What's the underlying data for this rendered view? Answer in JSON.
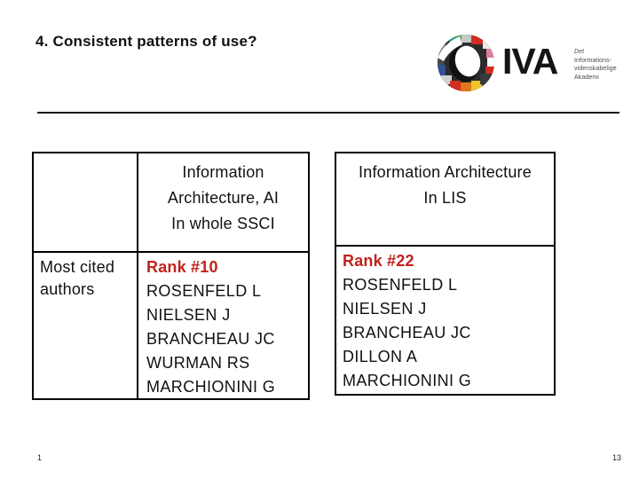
{
  "slide": {
    "title": "4. Consistent patterns of use?",
    "page_number_left": "1",
    "page_number_right": "13"
  },
  "logo": {
    "wordmark": "IVA",
    "org_lines": [
      "Det",
      "Informations-",
      "videnskabelige",
      "Akademi"
    ]
  },
  "left_table": {
    "corner": "",
    "header_lines": [
      "Information",
      "Architecture, AI",
      "In whole SSCI"
    ],
    "row_label_lines": [
      "Most cited",
      "authors"
    ],
    "rank": "Rank #10",
    "authors": [
      "ROSENFELD L",
      "NIELSEN J",
      "BRANCHEAU JC",
      "WURMAN RS",
      "MARCHIONINI G"
    ]
  },
  "right_table": {
    "header_lines": [
      "Information Architecture",
      "In LIS"
    ],
    "rank": "Rank #22",
    "authors": [
      "ROSENFELD L",
      "NIELSEN J",
      "BRANCHEAU JC",
      "DILLON A",
      "MARCHIONINI G"
    ]
  },
  "colors": {
    "rank_red": "#c0231c",
    "table_border": "#000000",
    "rule_color": "#161616",
    "logo_palette": [
      "#2aa38d",
      "#3f9e4f",
      "#d02c20",
      "#e2761d",
      "#ecc52a",
      "#e27ba4",
      "#2f4f8f",
      "#2b2b2b",
      "#8a8a8a",
      "#d9d9d9",
      "#ffffff"
    ]
  }
}
